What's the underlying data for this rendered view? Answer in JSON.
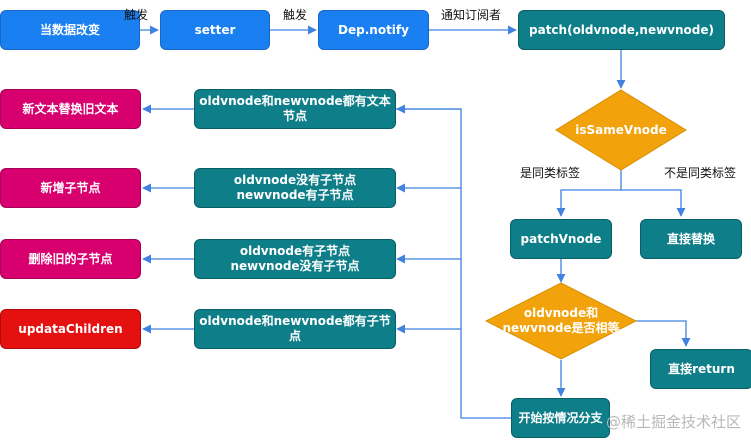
{
  "nodes": {
    "data_change": "当数据改变",
    "setter": "setter",
    "dep_notify": "Dep.notify",
    "patch": "patch(oldvnode,newvnode)",
    "is_same_vnode": "isSameVnode",
    "patch_vnode": "patchVnode",
    "replace_directly": "直接替换",
    "both_same_decision": [
      "oldvnode和",
      "newvnode是否相等"
    ],
    "return_directly": "直接return",
    "branch_by_case": "开始按情况分支",
    "case_both_text": "oldvnode和newvnode都有文本节点",
    "case_old_no_children": [
      "oldvnode没有子节点",
      "newvnode有子节点"
    ],
    "case_new_no_children": [
      "oldvnode有子节点",
      "newvnode没有子节点"
    ],
    "case_both_children": "oldvnode和newvnode都有子节点",
    "action_replace_text": "新文本替换旧文本",
    "action_add_children": "新增子节点",
    "action_remove_children": "删除旧的子节点",
    "action_update_children": "updataChildren"
  },
  "labels": {
    "trigger_1": "触发",
    "trigger_2": "触发",
    "notify_subscribers": "通知订阅者",
    "same_tag": "是同类标签",
    "not_same_tag": "不是同类标签"
  },
  "watermark": "@稀土掘金技术社区",
  "colors": {
    "blue": "#1a7ff0",
    "teal": "#0e7e88",
    "pink": "#d8006f",
    "red": "#e51010",
    "diamond": "#f2a20b",
    "connector": "#3f82df"
  }
}
